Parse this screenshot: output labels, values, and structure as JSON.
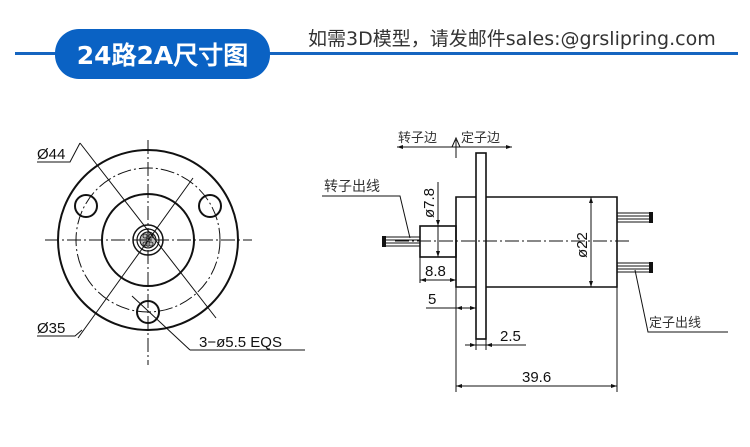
{
  "header": {
    "title": "24路2A尺寸图",
    "contact": "如需3D模型，请发邮件sales:@grslipring.com",
    "accent_color": "#0a62c4",
    "line_color": "#1565c0"
  },
  "front_view": {
    "outer_diameter": "Ø44",
    "bolt_circle_diameter": "Ø35",
    "mounting_holes": "3−ø5.5 EQS"
  },
  "side_view": {
    "rotor_side": "转子边",
    "stator_side": "定子边",
    "rotor_wires": "转子出线",
    "stator_wires": "定子出线",
    "shaft_diameter": "ø7.8",
    "body_diameter": "ø22",
    "shaft_length": "8.8",
    "flange_offset": "5",
    "flange_thickness": "2.5",
    "total_length": "39.6"
  }
}
